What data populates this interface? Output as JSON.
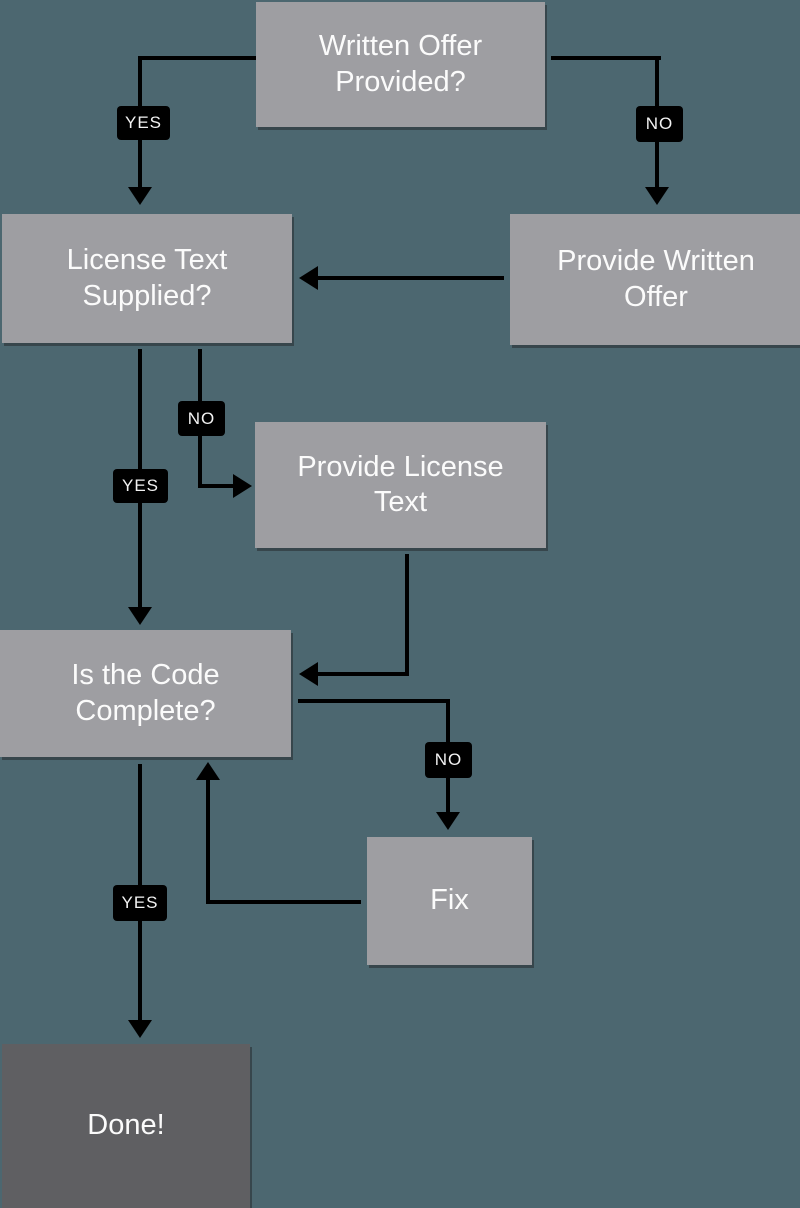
{
  "colors": {
    "background": "#4c6770",
    "node_fill": "#9e9ea2",
    "done_fill": "#5f5f62",
    "line": "#000000",
    "node_text": "#fbfbfb",
    "label_text": "#f2f2f2"
  },
  "nodes": {
    "written_offer": {
      "label": "Written Offer Provided?"
    },
    "license_supplied": {
      "label": "License Text Supplied?"
    },
    "provide_offer": {
      "label": "Provide Written Offer"
    },
    "provide_license": {
      "label": "Provide License Text"
    },
    "code_complete": {
      "label": "Is the Code Complete?"
    },
    "fix": {
      "label": "Fix"
    },
    "done": {
      "label": "Done!"
    }
  },
  "edge_labels": {
    "yes1": "YES",
    "no1": "NO",
    "no2": "NO",
    "yes2": "YES",
    "no3": "NO",
    "yes3": "YES"
  },
  "edges": [
    {
      "from": "Written Offer Provided?",
      "to": "License Text Supplied?",
      "label": "YES"
    },
    {
      "from": "Written Offer Provided?",
      "to": "Provide Written Offer",
      "label": "NO"
    },
    {
      "from": "Provide Written Offer",
      "to": "License Text Supplied?",
      "label": ""
    },
    {
      "from": "License Text Supplied?",
      "to": "Provide License Text",
      "label": "NO"
    },
    {
      "from": "License Text Supplied?",
      "to": "Is the Code Complete?",
      "label": "YES"
    },
    {
      "from": "Provide License Text",
      "to": "Is the Code Complete?",
      "label": ""
    },
    {
      "from": "Is the Code Complete?",
      "to": "Fix",
      "label": "NO"
    },
    {
      "from": "Fix",
      "to": "Is the Code Complete?",
      "label": ""
    },
    {
      "from": "Is the Code Complete?",
      "to": "Done!",
      "label": "YES"
    }
  ]
}
